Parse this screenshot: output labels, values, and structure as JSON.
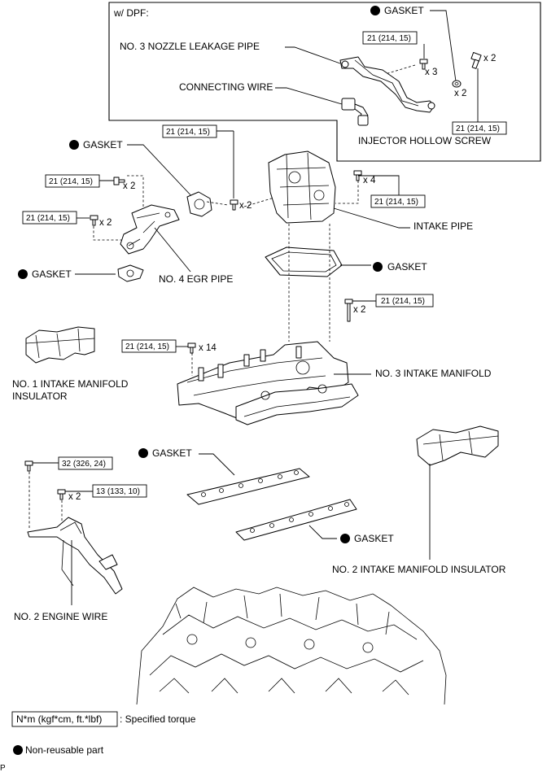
{
  "labels": {
    "dpf_header": "w/ DPF:",
    "gasket_dpf": "GASKET",
    "no3_nozzle_leakage_pipe": "NO. 3 NOZZLE LEAKAGE PIPE",
    "connecting_wire": "CONNECTING WIRE",
    "injector_hollow_screw": "INJECTOR HOLLOW SCREW",
    "gasket_egr": "GASKET",
    "gasket_egr_lower": "GASKET",
    "no4_egr_pipe": "NO. 4 EGR PIPE",
    "intake_pipe": "INTAKE PIPE",
    "gasket_intake_pipe": "GASKET",
    "no1_intake_manifold_insulator_line1": "NO. 1 INTAKE MANIFOLD",
    "no1_intake_manifold_insulator_line2": "INSULATOR",
    "no3_intake_manifold": "NO. 3 INTAKE MANIFOLD",
    "gasket_manifold_upper": "GASKET",
    "gasket_manifold_lower": "GASKET",
    "no2_intake_manifold_insulator": "NO. 2 INTAKE MANIFOLD INSULATOR",
    "no2_engine_wire": "NO. 2 ENGINE WIRE",
    "page_code": "P"
  },
  "torque": {
    "dpf_bolt": "21 (214, 15)",
    "hollow_screw": "21 (214, 15)",
    "egr_flange_bolt": "21 (214, 15)",
    "egr_upper_bolt": "21 (214, 15)",
    "egr_lower_bolt": "21 (214, 15)",
    "intake_pipe_bolt": "21 (214, 15)",
    "manifold_side_bolt": "21 (214, 15)",
    "manifold_bolt": "21 (214, 15)",
    "engine_wire_bolt_a": "32 (326, 24)",
    "engine_wire_bolt_b": "13 (133, 10)"
  },
  "counts": {
    "dpf_bolt": "x 3",
    "dpf_gasket": "x 2",
    "hollow_screw": "x 2",
    "egr_flange_bolt": "x 2",
    "egr_upper_bolt": "x 2",
    "egr_lower_bolt": "x 2",
    "intake_pipe_bolt": "x 4",
    "manifold_side_bolt": "x 2",
    "manifold_bolt": "x 14",
    "engine_wire_bolt_b": "x 2"
  },
  "legend": {
    "torque_unit": "N*m (kgf*cm, ft.*lbf)",
    "torque_desc": ": Specified torque",
    "nonreusable_desc": "Non-reusable part"
  }
}
